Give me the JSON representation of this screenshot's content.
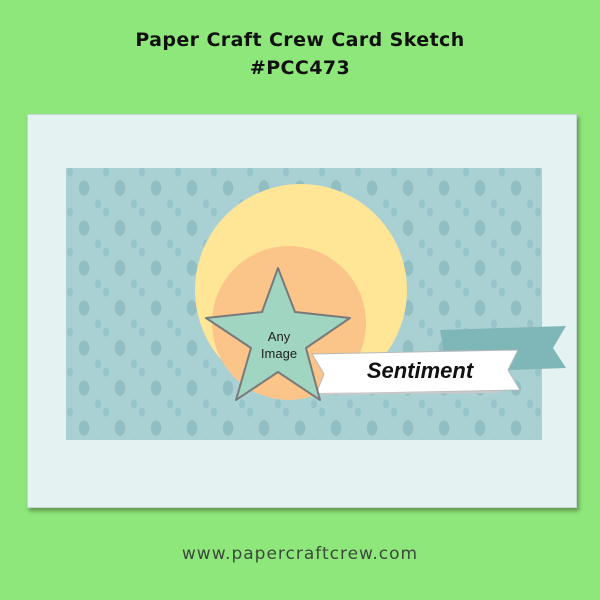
{
  "header": {
    "title_line1": "Paper Craft Crew Card Sketch",
    "title_line2": "#PCC473"
  },
  "card": {
    "image_label_line1": "Any",
    "image_label_line2": "Image",
    "sentiment": "Sentiment"
  },
  "footer": {
    "url": "www.papercraftcrew.com"
  },
  "colors": {
    "background": "#8ee77a",
    "card_base": "#e4f2f2",
    "pattern_paper": "#a9d1d4",
    "large_circle": "#ffe596",
    "small_circle": "#fbc589",
    "star": "#9fd5c1",
    "banner_tail": "#7fb6b8",
    "banner": "#ffffff"
  }
}
